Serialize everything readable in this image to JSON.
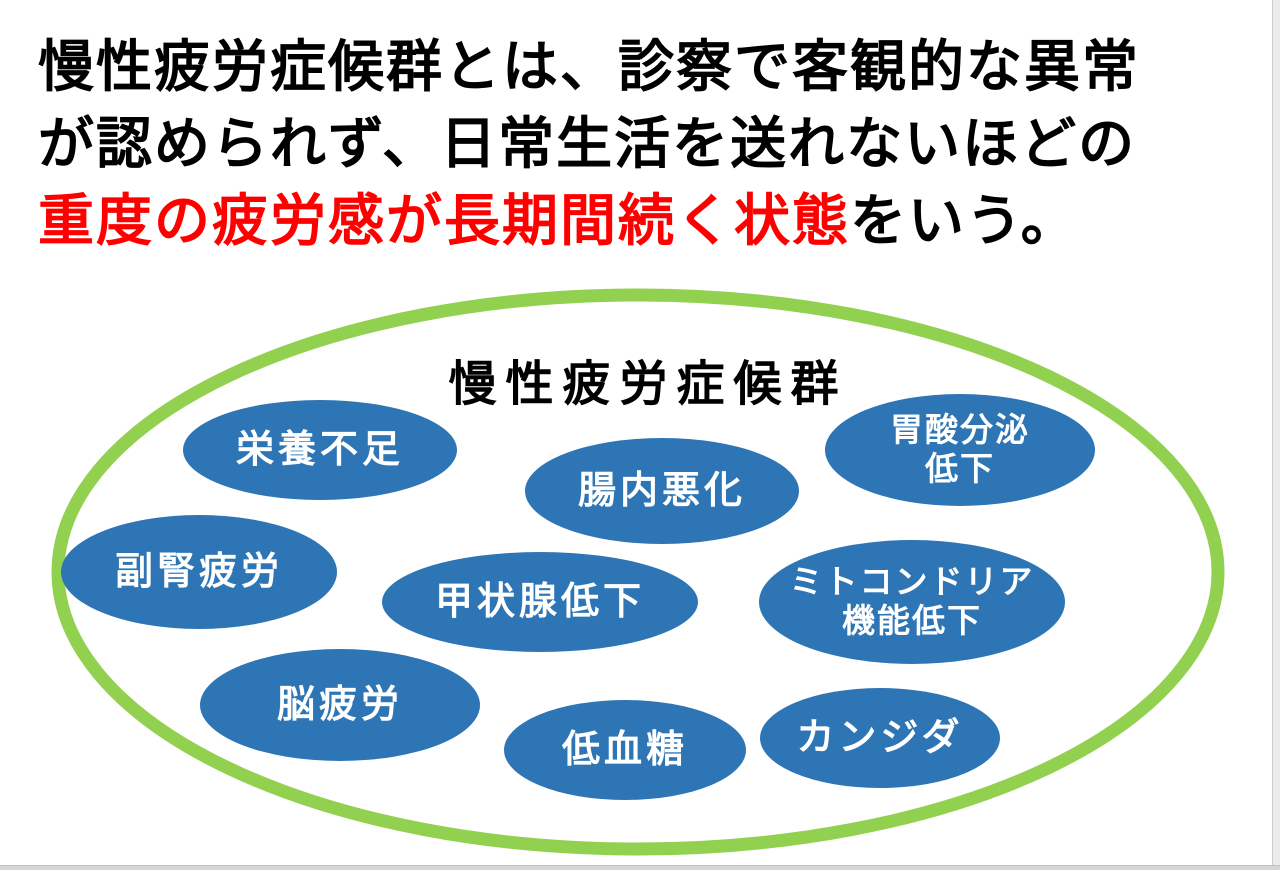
{
  "colors": {
    "background": "#ffffff",
    "headline_black": "#000000",
    "emphasis_red": "#ff0000",
    "bubble_blue": "#2e75b6",
    "bubble_text_white": "#ffffff",
    "outline_green": "#92d050"
  },
  "headline": {
    "line1": "慢性疲労症候群とは、診察で客観的な異常",
    "line2": "が認められず、日常生活を送れないほどの",
    "line3_red": "重度の疲労感が長期間続く状態",
    "line3_black": "をいう。"
  },
  "diagram": {
    "title": "慢性疲労症候群",
    "bubbles": [
      {
        "label": "栄養不足"
      },
      {
        "label": "腸内悪化"
      },
      {
        "label": "胃酸分泌\n低下"
      },
      {
        "label": "副腎疲労"
      },
      {
        "label": "甲状腺低下"
      },
      {
        "label": "ミトコンドリア\n機能低下"
      },
      {
        "label": "脳疲労"
      },
      {
        "label": "低血糖"
      },
      {
        "label": "カンジダ"
      }
    ]
  }
}
